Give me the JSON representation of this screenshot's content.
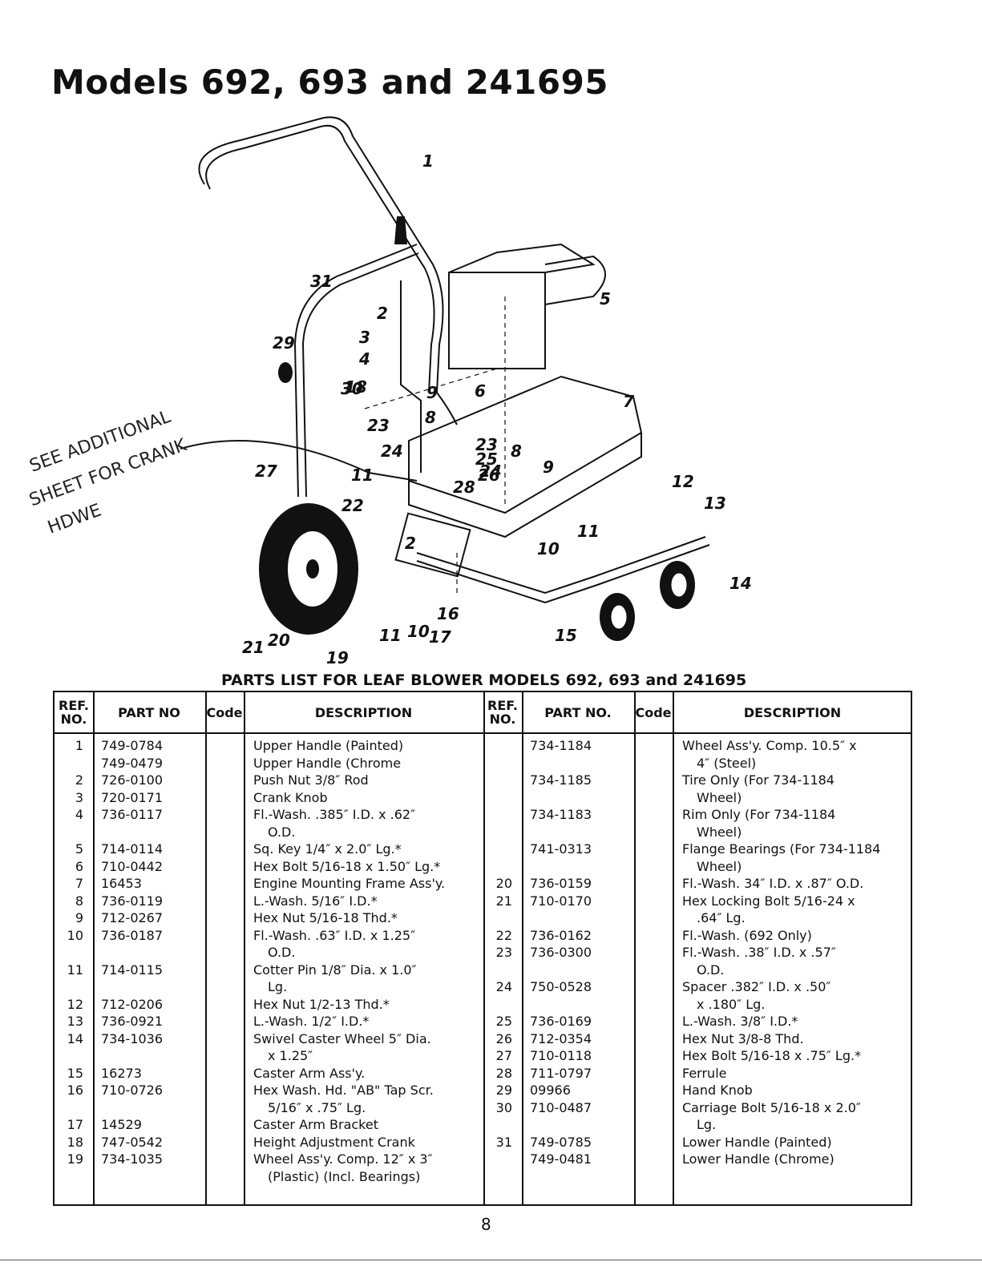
{
  "page": {
    "title": "Models 692, 693 and 241695",
    "parts_list_title": "PARTS LIST FOR LEAF BLOWER MODELS 692, 693 and 241695",
    "page_number": "8",
    "handwritten_note": [
      "SEE ADDITIONAL",
      "SHEET FOR CRANK",
      "HDWE"
    ]
  },
  "diagram": {
    "callouts": [
      "1",
      "2",
      "3",
      "4",
      "5",
      "6",
      "7",
      "8",
      "8",
      "9",
      "9",
      "10",
      "10",
      "11",
      "11",
      "11",
      "12",
      "13",
      "14",
      "15",
      "16",
      "17",
      "18",
      "19",
      "20",
      "21",
      "22",
      "23",
      "23",
      "24",
      "24",
      "25",
      "26",
      "27",
      "28",
      "29",
      "30",
      "31",
      "2"
    ]
  },
  "table": {
    "headers": {
      "ref_no": "REF. NO.",
      "part_no_left": "PART NO",
      "part_no_right": "PART NO.",
      "code": "Code",
      "description": "DESCRIPTION"
    },
    "left": [
      {
        "ref": "1",
        "part": "749-0784",
        "desc": [
          "Upper Handle (Painted)"
        ]
      },
      {
        "ref": "",
        "part": "749-0479",
        "desc": [
          "Upper Handle (Chrome"
        ]
      },
      {
        "ref": "2",
        "part": "726-0100",
        "desc": [
          "Push Nut 3/8″ Rod"
        ]
      },
      {
        "ref": "3",
        "part": "720-0171",
        "desc": [
          "Crank Knob"
        ]
      },
      {
        "ref": "4",
        "part": "736-0117",
        "desc": [
          "Fl.-Wash. .385″ I.D. x .62″",
          "O.D."
        ]
      },
      {
        "ref": "5",
        "part": "714-0114",
        "desc": [
          "Sq. Key 1/4″ x 2.0″ Lg.*"
        ]
      },
      {
        "ref": "6",
        "part": "710-0442",
        "desc": [
          "Hex Bolt 5/16-18 x 1.50″ Lg.*"
        ]
      },
      {
        "ref": "7",
        "part": "16453",
        "desc": [
          "Engine Mounting Frame Ass'y."
        ]
      },
      {
        "ref": "8",
        "part": "736-0119",
        "desc": [
          "L.-Wash. 5/16″ I.D.*"
        ]
      },
      {
        "ref": "9",
        "part": "712-0267",
        "desc": [
          "Hex Nut 5/16-18 Thd.*"
        ]
      },
      {
        "ref": "10",
        "part": "736-0187",
        "desc": [
          "Fl.-Wash. .63″ I.D. x 1.25″",
          "O.D."
        ]
      },
      {
        "ref": "11",
        "part": "714-0115",
        "desc": [
          "Cotter Pin 1/8″ Dia. x 1.0″",
          "Lg."
        ]
      },
      {
        "ref": "12",
        "part": "712-0206",
        "desc": [
          "Hex Nut 1/2-13 Thd.*"
        ]
      },
      {
        "ref": "13",
        "part": "736-0921",
        "desc": [
          "L.-Wash. 1/2″ I.D.*"
        ]
      },
      {
        "ref": "14",
        "part": "734-1036",
        "desc": [
          "Swivel Caster Wheel 5″ Dia.",
          "x 1.25″"
        ]
      },
      {
        "ref": "15",
        "part": "16273",
        "desc": [
          "Caster Arm Ass'y."
        ]
      },
      {
        "ref": "16",
        "part": "710-0726",
        "desc": [
          "Hex Wash. Hd. \"AB\" Tap Scr.",
          "5/16″ x .75″ Lg."
        ]
      },
      {
        "ref": "17",
        "part": "14529",
        "desc": [
          "Caster Arm Bracket"
        ]
      },
      {
        "ref": "18",
        "part": "747-0542",
        "desc": [
          "Height Adjustment Crank"
        ]
      },
      {
        "ref": "19",
        "part": "734-1035",
        "desc": [
          "Wheel Ass'y. Comp. 12″ x 3″",
          "(Plastic) (Incl. Bearings)"
        ]
      }
    ],
    "right": [
      {
        "ref": "",
        "part": "734-1184",
        "desc": [
          "Wheel Ass'y. Comp. 10.5″ x",
          "4″ (Steel)"
        ]
      },
      {
        "ref": "",
        "part": "734-1185",
        "desc": [
          "Tire Only (For 734-1184",
          "Wheel)"
        ]
      },
      {
        "ref": "",
        "part": "734-1183",
        "desc": [
          "Rim Only (For 734-1184",
          "Wheel)"
        ]
      },
      {
        "ref": "",
        "part": "741-0313",
        "desc": [
          "Flange Bearings (For 734-1184",
          "Wheel)"
        ]
      },
      {
        "ref": "20",
        "part": "736-0159",
        "desc": [
          "Fl.-Wash. 34″ I.D. x .87″ O.D."
        ]
      },
      {
        "ref": "21",
        "part": "710-0170",
        "desc": [
          "Hex Locking Bolt 5/16-24 x",
          ".64″ Lg."
        ]
      },
      {
        "ref": "22",
        "part": "736-0162",
        "desc": [
          "Fl.-Wash. (692 Only)"
        ]
      },
      {
        "ref": "23",
        "part": "736-0300",
        "desc": [
          "Fl.-Wash. .38″ I.D. x .57″",
          "O.D."
        ]
      },
      {
        "ref": "24",
        "part": "750-0528",
        "desc": [
          "Spacer .382″ I.D. x .50″",
          "x .180″ Lg."
        ]
      },
      {
        "ref": "25",
        "part": "736-0169",
        "desc": [
          "L.-Wash. 3/8″ I.D.*"
        ]
      },
      {
        "ref": "26",
        "part": "712-0354",
        "desc": [
          "Hex Nut 3/8-8 Thd."
        ]
      },
      {
        "ref": "27",
        "part": "710-0118",
        "desc": [
          "Hex Bolt 5/16-18 x .75″ Lg.*"
        ]
      },
      {
        "ref": "28",
        "part": "711-0797",
        "desc": [
          "Ferrule"
        ]
      },
      {
        "ref": "29",
        "part": "09966",
        "desc": [
          "Hand Knob"
        ]
      },
      {
        "ref": "30",
        "part": "710-0487",
        "desc": [
          "Carriage Bolt 5/16-18 x 2.0″",
          "Lg."
        ]
      },
      {
        "ref": "31",
        "part": "749-0785",
        "desc": [
          "Lower Handle (Painted)"
        ]
      },
      {
        "ref": "",
        "part": "749-0481",
        "desc": [
          "Lower Handle (Chrome)"
        ]
      }
    ]
  }
}
